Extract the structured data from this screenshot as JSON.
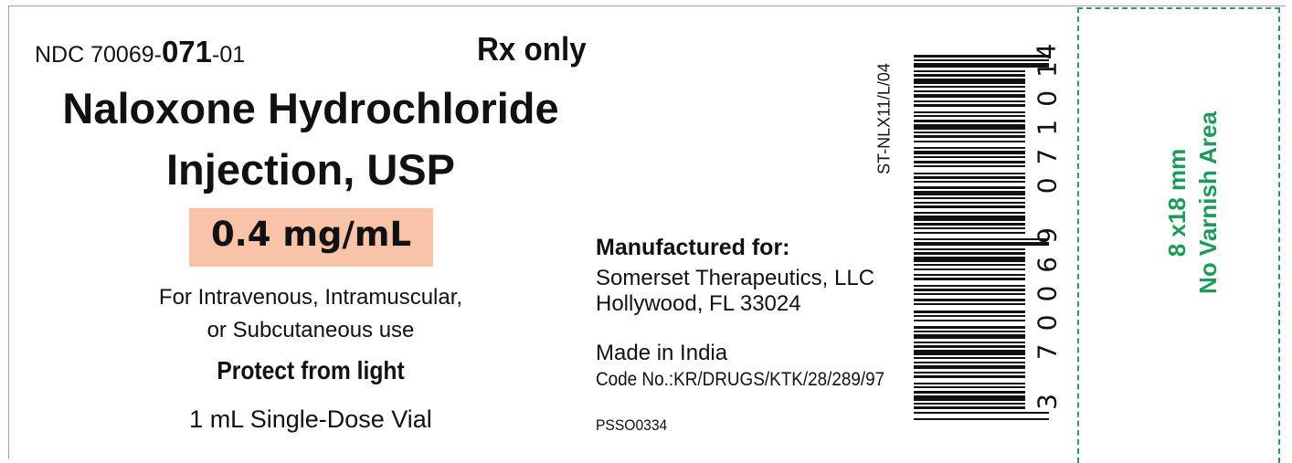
{
  "label": {
    "ndc_prefix": "NDC 70069-",
    "ndc_product": "071",
    "ndc_suffix": "-01",
    "rx": "Rx only",
    "title_line1": "Naloxone Hydrochloride",
    "title_line2": "Injection, USP",
    "strength": "0.4 mg/mL",
    "route_line1": "For Intravenous, Intramuscular,",
    "route_line2": "or Subcutaneous use",
    "protect": "Protect from light",
    "vial": "1 mL Single-Dose Vial",
    "manufactured_header": "Manufactured for:",
    "manufacturer_name": "Somerset Therapeutics, LLC",
    "manufacturer_address": "Hollywood, FL 33024",
    "made_in": "Made in India",
    "code_no": "Code No.:KR/DRUGS/KTK/28/289/97",
    "part_code": "PSSO0334",
    "label_code": "ST-NLX11/L/04",
    "barcode_digits": "3 70069 07101",
    "barcode_check": "4",
    "varnish_size": "8 x18 mm",
    "varnish_text": "No Varnish Area"
  },
  "colors": {
    "strength_bg": "#f9c3a7",
    "varnish_green": "#1e9a59",
    "frame_pink": "#c58db8"
  }
}
